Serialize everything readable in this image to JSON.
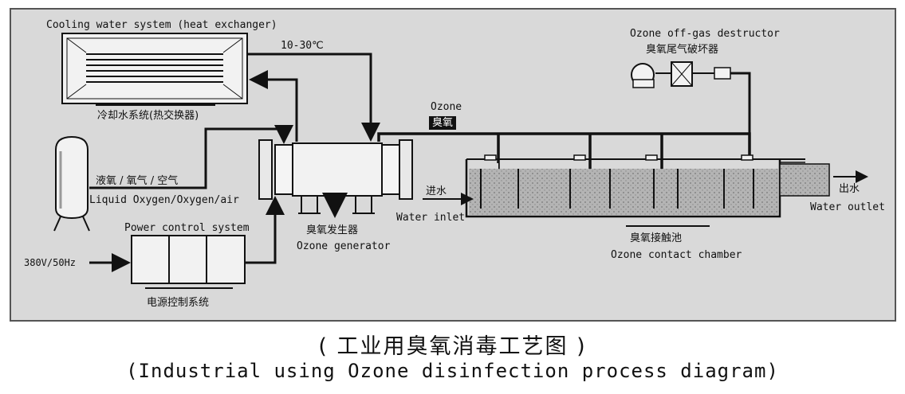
{
  "labels": {
    "cooling_en": "Cooling water system (heat exchanger)",
    "cooling_cn": "冷却水系统(热交换器)",
    "temp": "10-30℃",
    "ozone_en": "Ozone",
    "ozone_cn": "臭氧",
    "destructor_en": "Ozone off-gas destructor",
    "destructor_cn": "臭氧尾气破坏器",
    "oxygen_cn": "液氧 / 氧气 / 空气",
    "oxygen_en": "Liquid Oxygen/Oxygen/air",
    "power_en": "Power control system",
    "power_cn": "电源控制系统",
    "voltage": "380V/50Hz",
    "generator_cn": "臭氧发生器",
    "generator_en": "Ozone generator",
    "inlet_cn": "进水",
    "inlet_en": "Water inlet",
    "chamber_cn": "臭氧接触池",
    "chamber_en": "Ozone contact chamber",
    "outlet_cn": "出水",
    "outlet_en": "Water outlet"
  },
  "caption": {
    "cn": "( 工业用臭氧消毒工艺图 )",
    "en": "(Industrial using Ozone disinfection process diagram)"
  },
  "colors": {
    "panel": "#d9d9d9",
    "line": "#111111",
    "water": "#a9a9a9"
  }
}
